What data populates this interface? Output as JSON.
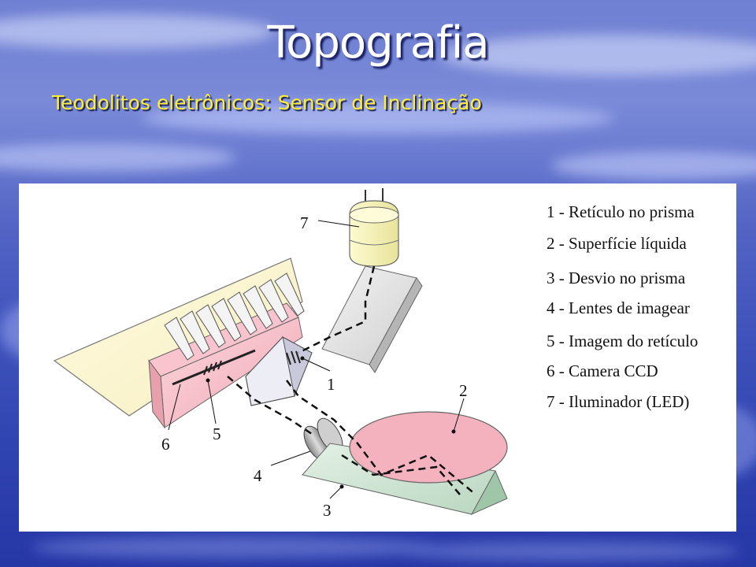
{
  "slide": {
    "title": "Topografia",
    "subtitle": "Teodolitos eletrônicos: Sensor de Inclinação"
  },
  "diagram": {
    "legend": [
      "1 - Retículo no prisma",
      "2 - Superfície líquida",
      "3 - Desvio no prisma",
      "4 - Lentes de imagear",
      "5 - Imagem do retículo",
      "6 - Camera CCD",
      "7 - Iluminador (LED)"
    ],
    "labels": {
      "n1": "1",
      "n2": "2",
      "n3": "3",
      "n4": "4",
      "n5": "5",
      "n6": "6",
      "n7": "7"
    }
  },
  "colors": {
    "title": "#ffffff",
    "subtitle": "#ffee33",
    "background": "#3f52bb"
  }
}
